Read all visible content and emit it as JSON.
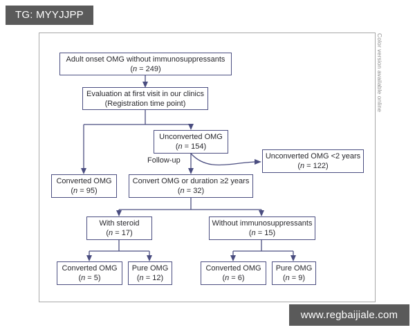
{
  "watermarks": {
    "top": "TG: MYYJJPP",
    "bottom": "www.regbaijiale.com"
  },
  "figure": {
    "color_note": "Color version available online",
    "edge_labels": {
      "follow_up": "Follow-up"
    },
    "nodes": {
      "adult_onset": {
        "title": "Adult onset OMG without immunosuppressants",
        "n": "(n = 249)"
      },
      "evaluation": {
        "title": "Evaluation at first visit in our clinics",
        "n": "(Registration time point)"
      },
      "unconverted": {
        "title": "Unconverted OMG",
        "n": "(n = 154)"
      },
      "unconverted_lt2": {
        "title": "Unconverted OMG <2 years",
        "n": "(n = 122)"
      },
      "converted_95": {
        "title": "Converted OMG",
        "n": "(n = 95)"
      },
      "convert_or_ge2": {
        "title": "Convert OMG or duration ≥2 years",
        "n": "(n = 32)"
      },
      "with_steroid": {
        "title": "With steroid",
        "n": "(n = 17)"
      },
      "without_immuno": {
        "title": "Without immunosuppressants",
        "n": "(n = 15)"
      },
      "converted_5": {
        "title": "Converted OMG",
        "n": "(n = 5)"
      },
      "pure_12": {
        "title": "Pure OMG",
        "n": "(n = 12)"
      },
      "converted_6": {
        "title": "Converted OMG",
        "n": "(n = 6)"
      },
      "pure_9": {
        "title": "Pure OMG",
        "n": "(n = 9)"
      }
    }
  },
  "colors": {
    "node_border": "#4a4d80",
    "frame_border": "#a8a8a8",
    "watermark_bg": "#5a5a5a",
    "note_text": "#8d8d8d"
  }
}
